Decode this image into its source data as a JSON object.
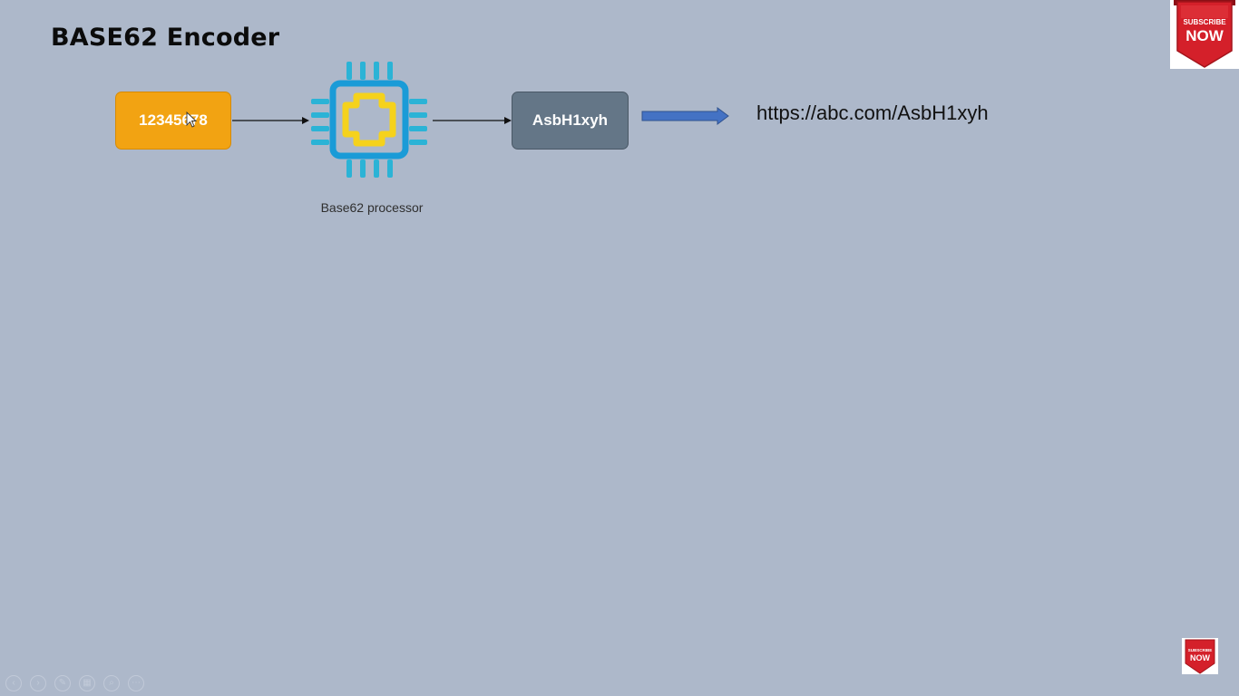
{
  "title": "BASE62 Encoder",
  "diagram": {
    "input_value": "12345678",
    "processor_label": "Base62 processor",
    "output_value": "AsbH1xyh",
    "result_url": "https://abc.com/AsbH1xyh"
  },
  "badge": {
    "line1": "SUBSCRIBE",
    "line2": "NOW"
  },
  "colors": {
    "background": "#adb8ca",
    "input_box": "#f2a312",
    "output_box": "#647687",
    "chip_outer": "#1a9bd7",
    "chip_inner": "#f5d21c",
    "big_arrow": "#4472c4",
    "badge_red": "#d4202a"
  },
  "icons": {
    "processor": "chip-icon",
    "badge": "ribbon-badge-icon",
    "cursor": "mouse-pointer-icon"
  },
  "toolbar": {
    "tools": [
      "prev-icon",
      "next-icon",
      "pen-icon",
      "grid-icon",
      "zoom-icon",
      "more-icon"
    ]
  }
}
